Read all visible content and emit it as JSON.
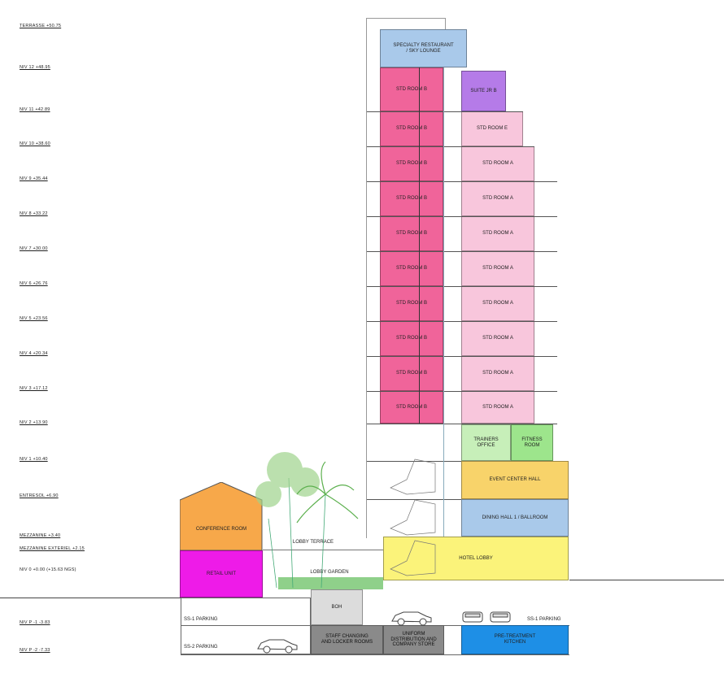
{
  "levels": {
    "terrasse": "TERRASSE +50.75",
    "niv12": "NIV 12 +48.95",
    "niv11": "NIV 11 +42.89",
    "niv10": "NIV 10 +38.60",
    "niv9": "NIV 9 +35.44",
    "niv8": "NIV 8 +33.22",
    "niv7": "NIV 7 +30.00",
    "niv6": "NIV 6 +26.76",
    "niv5": "NIV 5 +23.56",
    "niv4": "NIV 4 +20.34",
    "niv3": "NIV 3 +17.12",
    "niv2": "NIV 2 +13.90",
    "niv1": "NIV 1 +10.40",
    "entresol": "ENTRESOL +6.90",
    "mezzanine": "MEZZANINE +3.40",
    "mezzanine_ext": "MEZZANINE EXTERIEL +2.15",
    "niv0": "NIV 0 +0.00 (+15.63 NGS)",
    "p1": "NIV P -1 -3.83",
    "p2": "NIV P -2 -7.33"
  },
  "rooms": {
    "sky_lounge": "SPECIALTY RESTAURANT\n/ SKY LOUNGE",
    "suite_jr": "SUITE JR B",
    "std_b": "STD ROOM B",
    "std_e": "STD ROOM E",
    "std_a": "STD ROOM A",
    "trainers": "TRAINERS\nOFFICE",
    "fitness": "FITNESS\nROOM",
    "event": "EVENT CENTER HALL",
    "dining": "DINING HALL 1 / BALLROOM",
    "hotel_lobby": "HOTEL LOBBY",
    "conference": "CONFERENCE ROOM",
    "retail": "RETAIL UNIT",
    "lobby_terrace": "LOBBY TERRACE",
    "lobby_garden": "LOBBY GARDEN",
    "boh": "BOH",
    "ss1": "SS-1 PARKING",
    "ss1_right": "SS-1 PARKING",
    "ss2": "SS-2 PARKING",
    "staff": "STAFF CHANGING\nAND LOCKER ROOMS",
    "uniform": "UNIFORM\nDISTRIBUTION AND\nCOMPANY STORE",
    "kitchen": "PRE-TREATMENT\nKITCHEN"
  },
  "colors": {
    "sky_lounge": "#a9c9ea",
    "suite": "#b57be8",
    "std_b": "#f0649a",
    "std_a": "#f8c6dc",
    "fitness": "#c7efb9",
    "fitness_room": "#9de58c",
    "event": "#f8d36a",
    "dining": "#a9c9ea",
    "hotel_lobby": "#fbf37a",
    "conference": "#f7a84a",
    "retail": "#ee1be8",
    "boh": "#dcdcdc",
    "staff": "#8a8a8a",
    "kitchen": "#1e8fe6",
    "garden": "#8fd08a"
  }
}
